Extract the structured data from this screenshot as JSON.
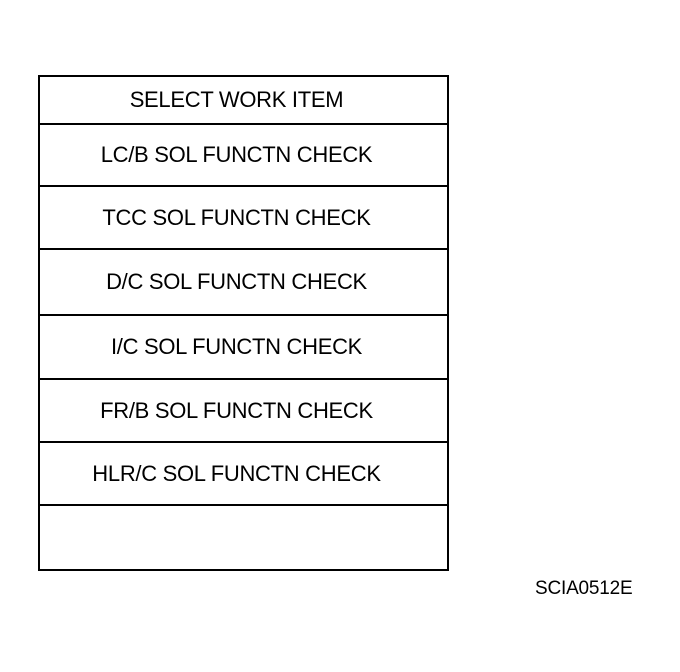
{
  "menu": {
    "title": "SELECT WORK ITEM",
    "items": [
      {
        "label": "LC/B SOL FUNCTN CHECK"
      },
      {
        "label": "TCC SOL FUNCTN CHECK"
      },
      {
        "label": "D/C SOL FUNCTN CHECK"
      },
      {
        "label": "I/C SOL FUNCTN CHECK"
      },
      {
        "label": "FR/B SOL FUNCTN CHECK"
      },
      {
        "label": "HLR/C SOL FUNCTN CHECK"
      }
    ]
  },
  "figure": {
    "id": "SCIA0512E"
  }
}
